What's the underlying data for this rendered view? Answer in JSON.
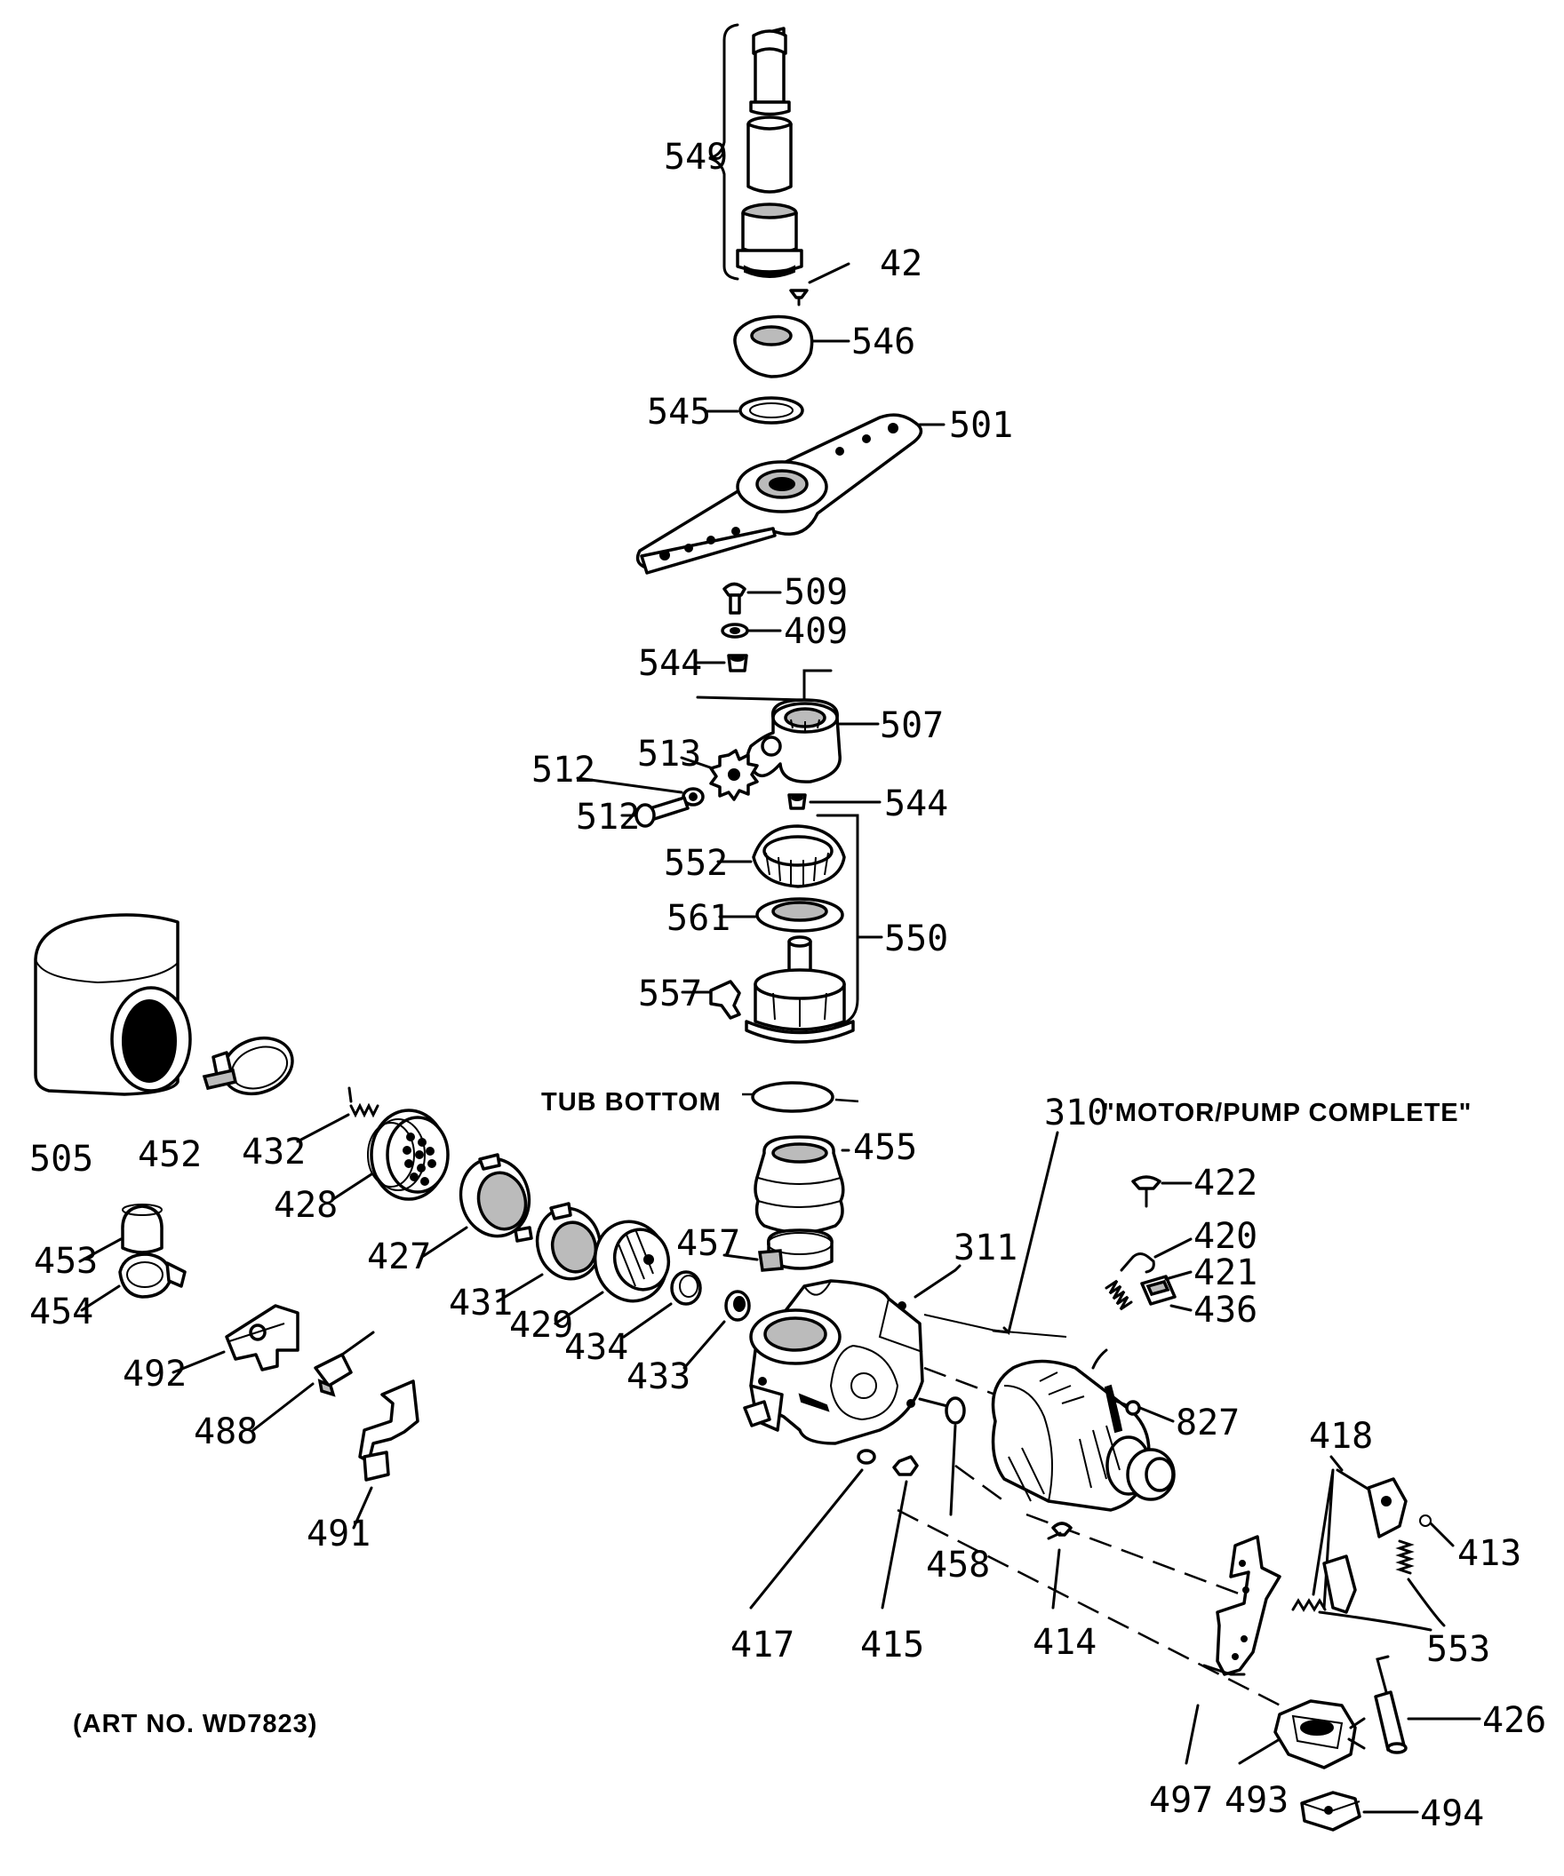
{
  "labels": {
    "p549": "549",
    "p42": "42",
    "p546": "546",
    "p545": "545",
    "p501": "501",
    "p509": "509",
    "p409": "409",
    "p544a": "544",
    "p507": "507",
    "p513": "513",
    "p512a": "512",
    "p512b": "512",
    "p544b": "544",
    "p552": "552",
    "p561": "561",
    "p550": "550",
    "p557": "557",
    "p505": "505",
    "p452": "452",
    "p432": "432",
    "p428": "428",
    "p427": "427",
    "p431": "431",
    "p429": "429",
    "p434": "434",
    "p433": "433",
    "p455": "455",
    "p457": "457",
    "p311": "311",
    "p310": "310",
    "p422": "422",
    "p420": "420",
    "p421": "421",
    "p436": "436",
    "p827": "827",
    "p453": "453",
    "p454": "454",
    "p492": "492",
    "p488": "488",
    "p491": "491",
    "p417": "417",
    "p415": "415",
    "p458": "458",
    "p414": "414",
    "p418": "418",
    "p413": "413",
    "p553": "553",
    "p426": "426",
    "p497": "497",
    "p493": "493",
    "p494": "494"
  },
  "captions": {
    "tub_bottom": "TUB BOTTOM",
    "motor_pump": "\"MOTOR/PUMP COMPLETE\"",
    "art_no": "(ART NO. WD7823)"
  }
}
